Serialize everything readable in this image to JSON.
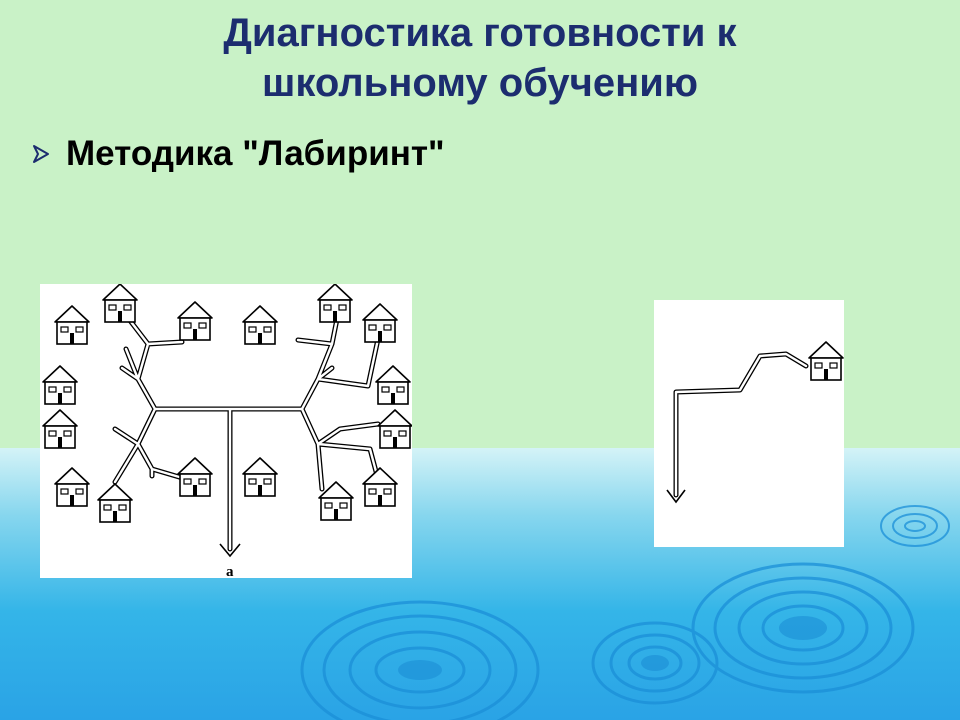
{
  "slide": {
    "title_line1": "Диагностика готовности к",
    "title_line2": "школьному обучению",
    "bullet_text": "Методика \"Лабиринт\"",
    "bullet_icon": "arrow-right-icon",
    "maze_label": "а"
  },
  "colors": {
    "top_background": "#c9f2c7",
    "title": "#1c2d6f",
    "water": "#2aa3e6"
  }
}
